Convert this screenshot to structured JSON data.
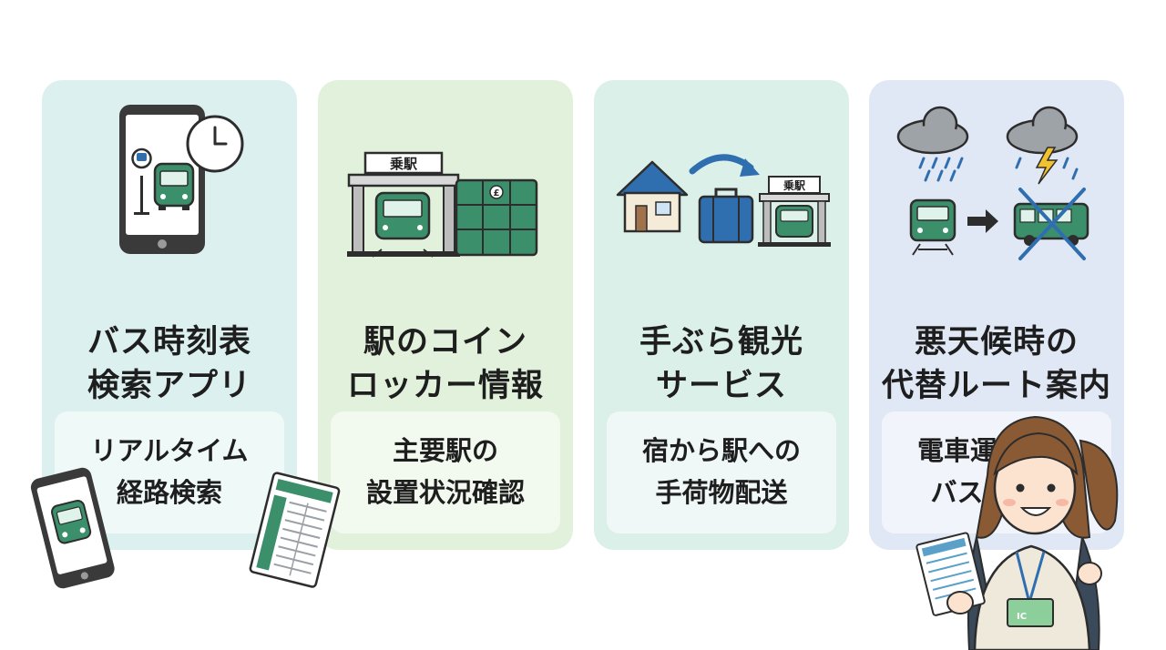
{
  "cards": [
    {
      "title_lines": [
        "バス時刻表",
        "検索アプリ"
      ],
      "subtitle_lines": [
        "リアルタイム",
        "経路検索"
      ]
    },
    {
      "title_lines": [
        "駅のコイン",
        "ロッカー情報"
      ],
      "subtitle_lines": [
        "主要駅の",
        "設置状況確認"
      ],
      "station_sign": "乗駅",
      "locker_symbol": "£"
    },
    {
      "title_lines": [
        "手ぶら観光",
        "サービス"
      ],
      "subtitle_lines": [
        "宿から駅への",
        "手荷物配送"
      ],
      "station_sign": "乗駅"
    },
    {
      "title_lines": [
        "悪天候時の",
        "代替ルート案内"
      ],
      "subtitle_lines": [
        "電車運休時の",
        "バスルート"
      ]
    }
  ],
  "traveler": {
    "ic_label": "IC"
  },
  "icons": [
    "smartphone-icon",
    "clock-icon",
    "bus-stop-icon",
    "bus-icon",
    "station-icon",
    "train-icon",
    "locker-icon",
    "house-icon",
    "arrow-icon",
    "suitcase-icon",
    "rain-cloud-icon",
    "storm-cloud-icon",
    "cancel-x-icon",
    "timetable-icon"
  ],
  "colors": {
    "green": "#3b8f6a",
    "dark": "#2d2d2d",
    "blue": "#2f6fb0"
  }
}
